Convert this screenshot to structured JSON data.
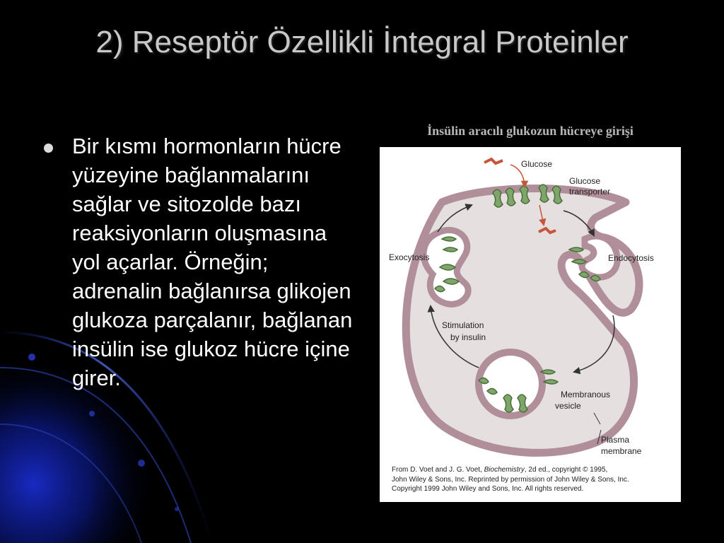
{
  "slide": {
    "title": "2) Reseptör Özellikli İntegral Proteinler",
    "caption": "İnsülin aracılı glukozun hücreye girişi",
    "bullet": "Bir kısmı hormonların hücre yüzeyine bağlanmalarını sağlar ve sitozolde bazı reaksiyonların oluşmasına yol açarlar. Örneğin; adrenalin bağlanırsa glikojen glukoza parçalanır, bağlanan insülin ise glukoz hücre içine girer.",
    "background_color": "#000000",
    "accent_color": "#1a2ccc"
  },
  "figure": {
    "labels": {
      "glucose": "Glucose",
      "glucose_transporter": "Glucose transporter",
      "glucose_transporter_line1": "Glucose",
      "glucose_transporter_line2": "transporter",
      "exocytosis": "Exocytosis",
      "endocytosis": "Endocytosis",
      "stimulation_line1": "Stimulation",
      "stimulation_line2": "by insulin",
      "membranous_line1": "Membranous",
      "membranous_line2": "vesicle",
      "plasma_line1": "Plasma",
      "plasma_line2": "membrane"
    },
    "credit": {
      "line1_prefix": "From D. Voet and J. G. Voet, ",
      "book": "Biochemistry",
      "line1_suffix": ", 2d ed., copyright © 1995,",
      "line2": "John Wiley & Sons, Inc. Reprinted by permission of John Wiley & Sons, Inc.",
      "line3": "Copyright 1999 John Wiley and Sons, Inc. All rights reserved."
    },
    "colors": {
      "cell_fill": "#e6dfe0",
      "membrane": "#b08f9b",
      "transporter": "#7fa66a",
      "glucose": "#c8553a",
      "arrow": "#333333"
    }
  }
}
